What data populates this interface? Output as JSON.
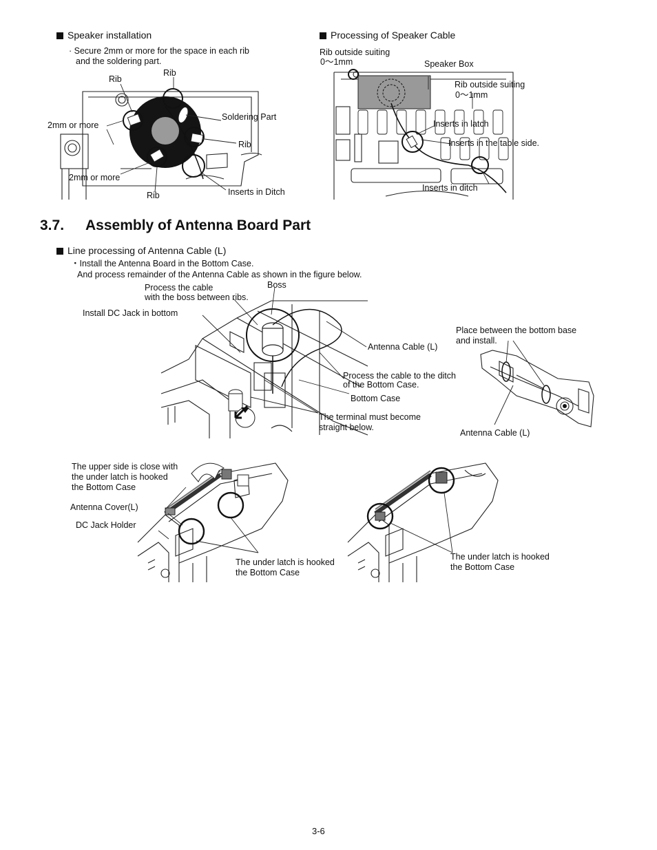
{
  "speaker": {
    "header": "Speaker installation",
    "note1": "Secure 2mm or more for the space in each rib",
    "note2": "and the soldering part.",
    "labels": {
      "rib_top": "Rib",
      "rib_left": "Rib",
      "rib_right": "Rib",
      "rib_bottom": "Rib",
      "gap1": "2mm or more",
      "gap2": "2mm or more",
      "soldering": "Soldering Part",
      "ditch": "Inserts in Ditch"
    }
  },
  "cable": {
    "header": "Processing of Speaker Cable",
    "labels": {
      "rib1a": "Rib outside suiting",
      "rib1b": "0〜1mm",
      "box": "Speaker Box",
      "rib2a": "Rib outside suiting",
      "rib2b": "0〜1mm",
      "latch": "Inserts in latch",
      "table": "Inserts in the table side.",
      "ditch": "Inserts in ditch"
    }
  },
  "section": {
    "number": "3.7.",
    "title": "Assembly of Antenna Board Part"
  },
  "antenna": {
    "header": "Line processing of Antenna Cable (L)",
    "note1": "・Install the Antenna Board in the Bottom Case.",
    "note2": "And process remainder of  the Antenna Cable as shown in the figure below.",
    "labels": {
      "process1": "Process the cable",
      "process2": "with the boss between ribs.",
      "boss": "Boss",
      "dcjack": "Install DC Jack in bottom",
      "cable": "Antenna Cable (L)",
      "ditch1": "Process the cable to the ditch",
      "ditch2": "of the Bottom Case.",
      "bottom": "Bottom Case",
      "term1": "The terminal must become",
      "term2": "straight below.",
      "place1": "Place between the bottom base",
      "place2": "and install.",
      "cable2": "Antenna Cable (L)"
    }
  },
  "cover": {
    "labels": {
      "upper1": "The upper side is close with",
      "upper2": "the under latch is hooked",
      "upper3": "the Bottom Case",
      "cover": "Antenna Cover(L)",
      "holder": "DC Jack Holder",
      "latch1a": "The under latch is hooked",
      "latch1b": "the Bottom Case",
      "latch2a": "The under latch is hooked",
      "latch2b": "the Bottom Case"
    }
  },
  "page_number": "3-6"
}
